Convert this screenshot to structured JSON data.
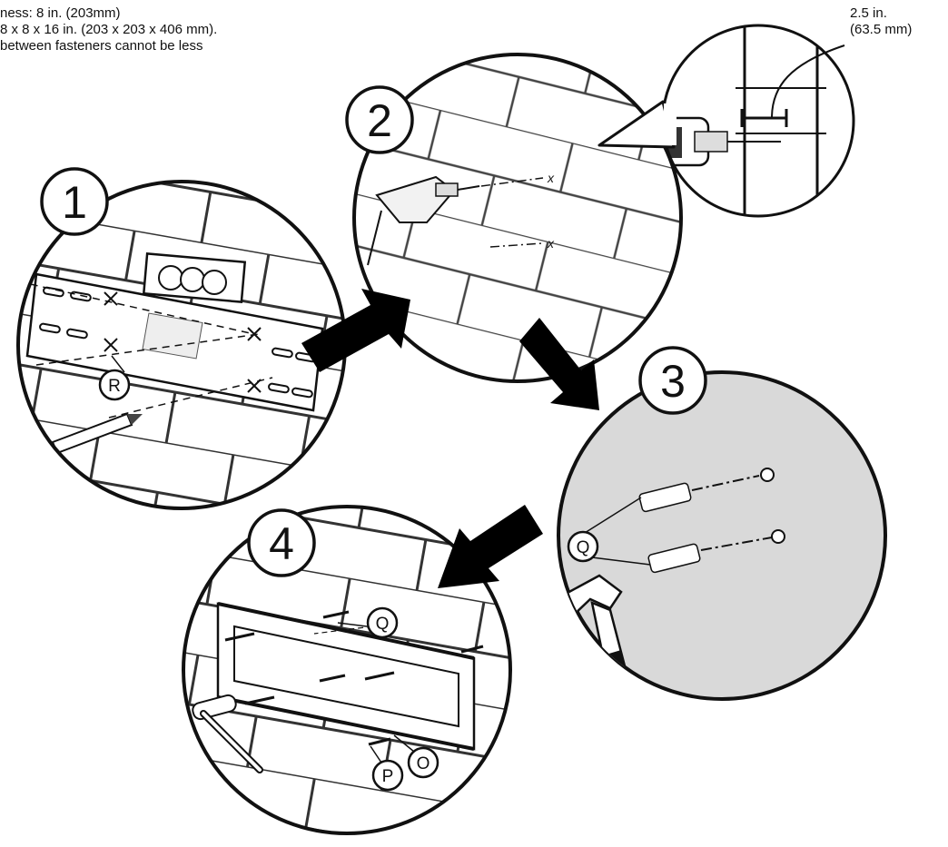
{
  "notes": {
    "line1": "ness: 8 in. (203mm)",
    "line2": "8 x 8 x 16 in. (203 x 203 x 406 mm).",
    "line3": "between fasteners cannot be less"
  },
  "drill_depth": {
    "inches": "2.5 in.",
    "mm": "(63.5 mm)"
  },
  "steps": [
    {
      "number": "1"
    },
    {
      "number": "2"
    },
    {
      "number": "3"
    },
    {
      "number": "4"
    }
  ],
  "callouts": {
    "R": "R",
    "Q": "Q",
    "P": "P",
    "O": "O"
  },
  "drill_marks": {
    "mark": "x"
  },
  "colors": {
    "line": "#111111",
    "step3_fill": "#d9d9d9",
    "arrow": "#000000",
    "background": "#ffffff"
  },
  "icons": [
    "drill-icon",
    "pencil-icon",
    "hammer-icon",
    "ratchet-wrench-icon",
    "level-icon",
    "wall-anchor-icon",
    "lag-bolt-icon"
  ]
}
